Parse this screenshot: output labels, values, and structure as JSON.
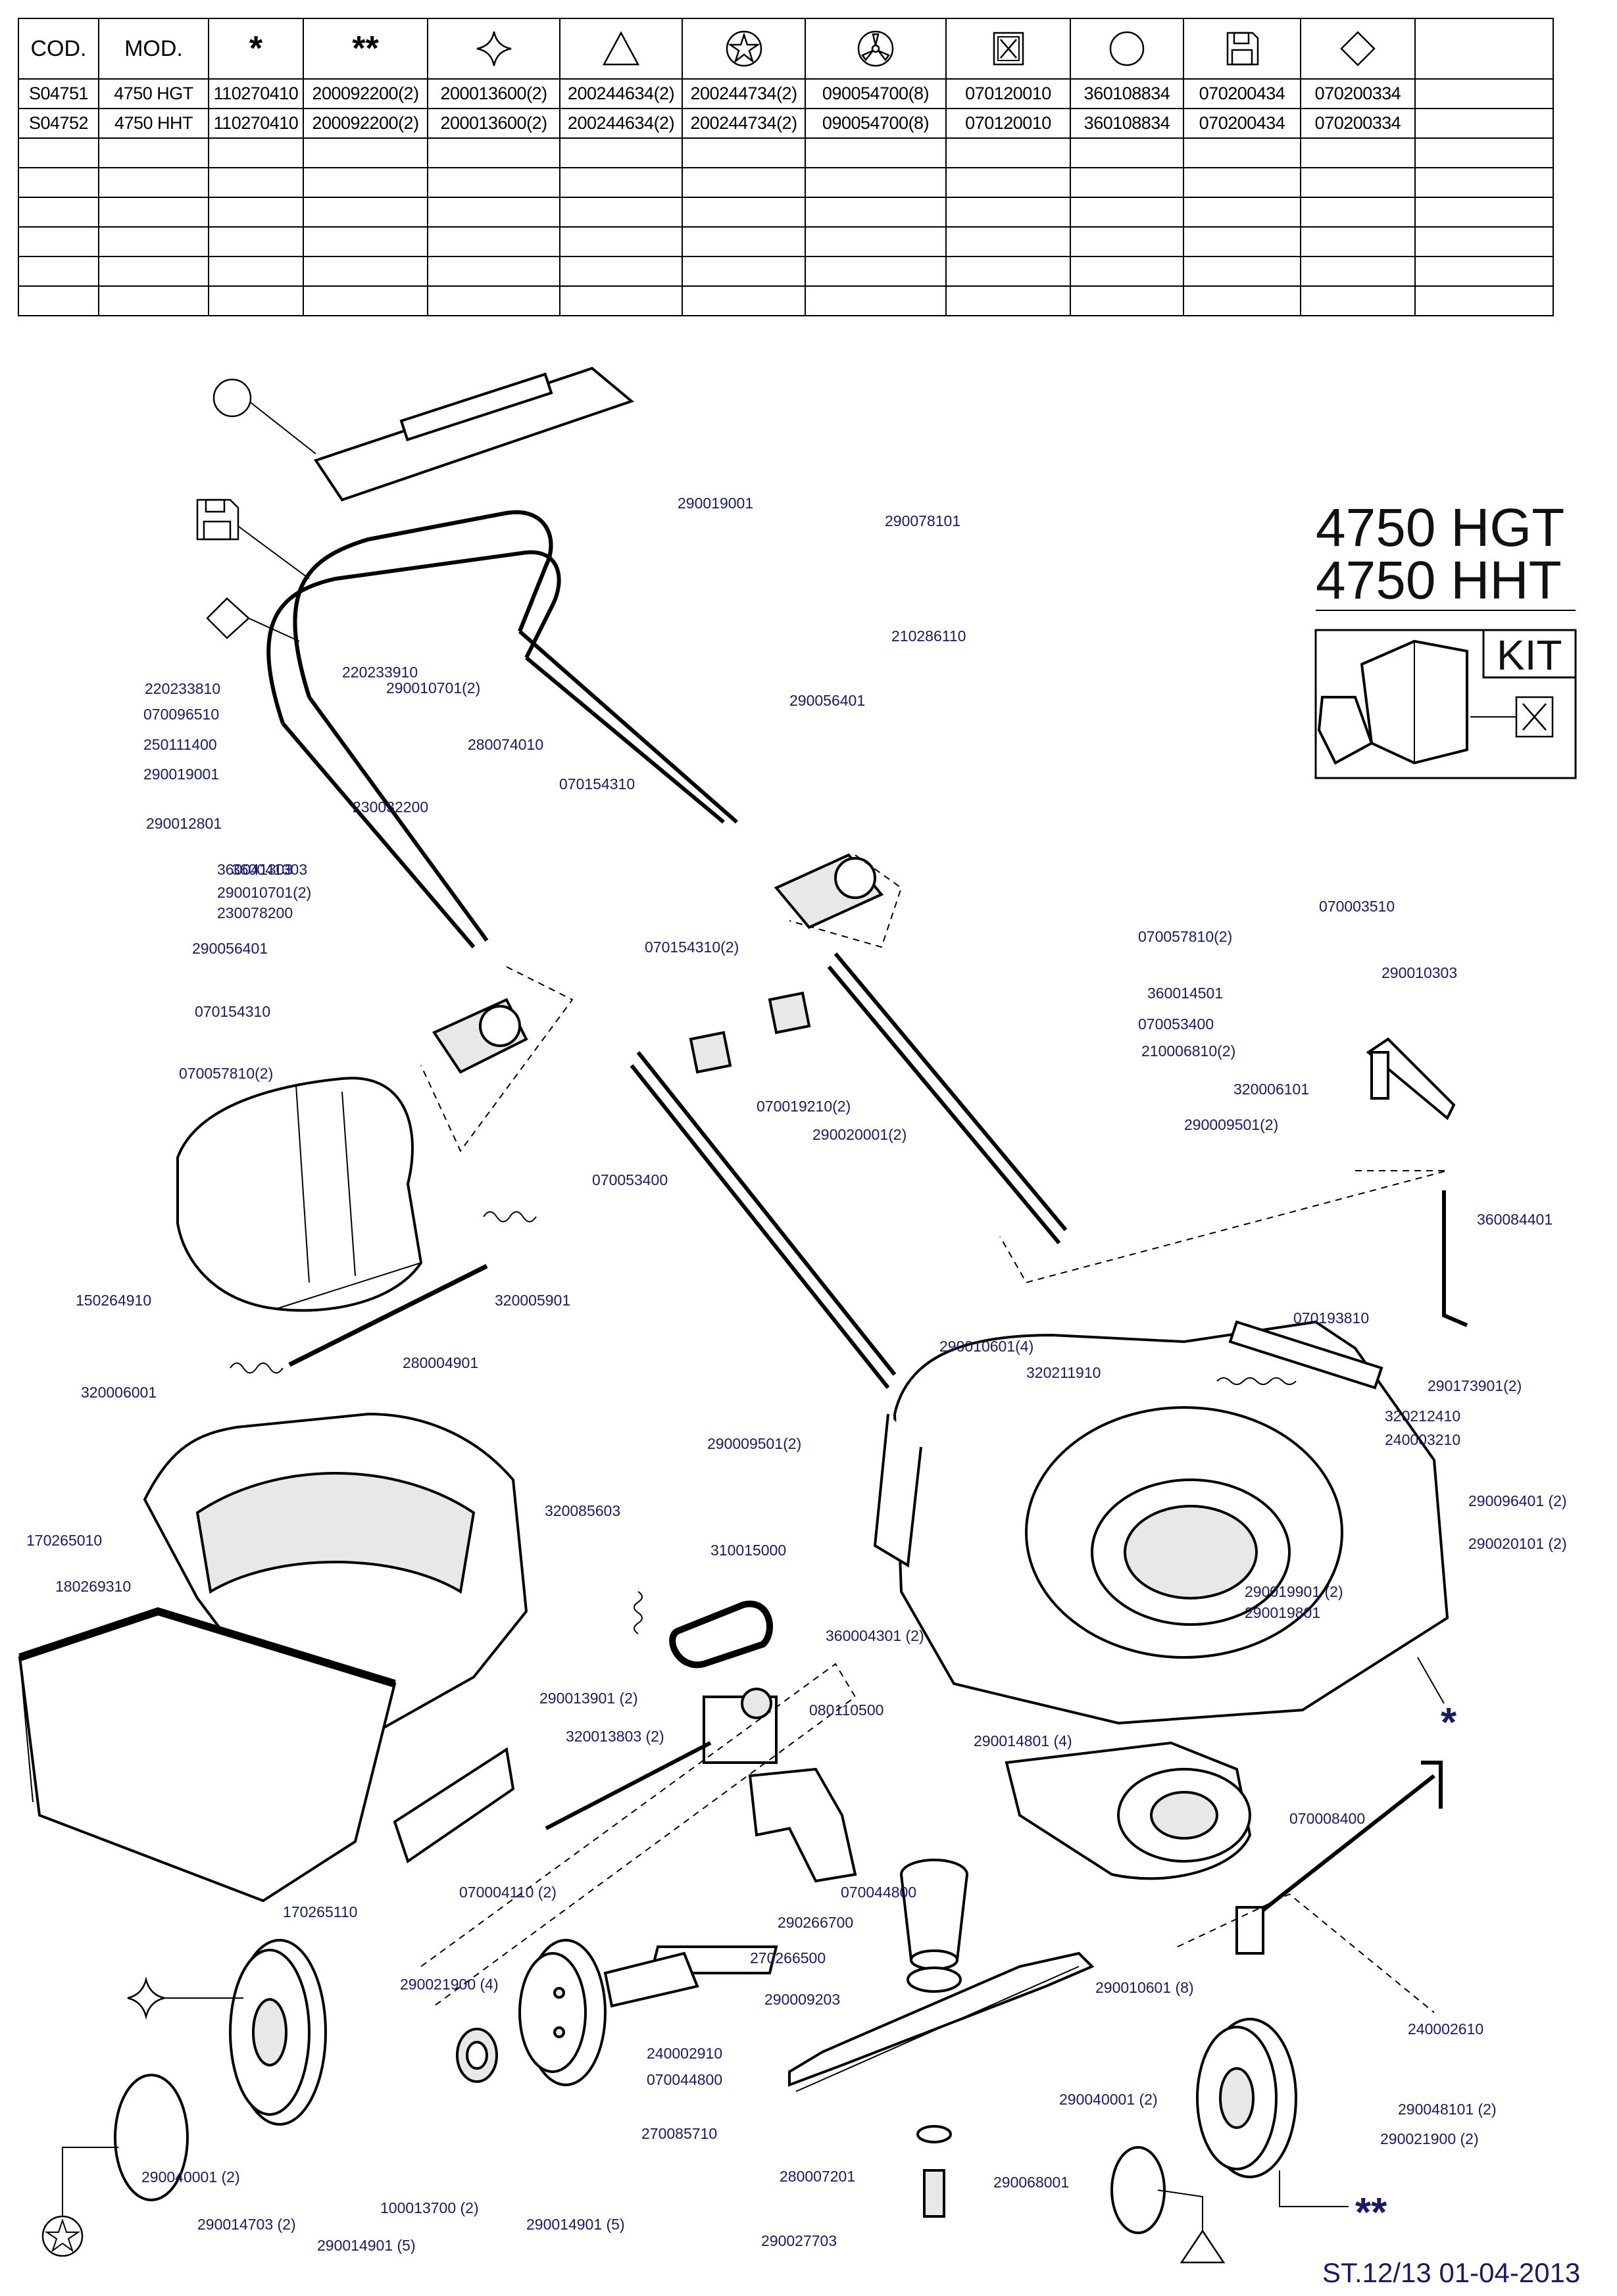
{
  "table": {
    "headers": [
      "COD.",
      "MOD.",
      "*",
      "**",
      "four-point-star-icon",
      "triangle-icon",
      "star-circle-icon",
      "three-blade-icon",
      "box-x-icon",
      "circle-icon",
      "floppy-icon",
      "diamond-icon",
      ""
    ],
    "header_text": {
      "cod": "COD.",
      "mod": "MOD.",
      "star1": "*",
      "star2": "**"
    },
    "rows": [
      [
        "S04751",
        "4750 HGT",
        "110270410",
        "200092200(2)",
        "200013600(2)",
        "200244634(2)",
        "200244734(2)",
        "090054700(8)",
        "070120010",
        "360108834",
        "070200434",
        "070200334",
        ""
      ],
      [
        "S04752",
        "4750 HHT",
        "110270410",
        "200092200(2)",
        "200013600(2)",
        "200244634(2)",
        "200244734(2)",
        "090054700(8)",
        "070120010",
        "360108834",
        "070200434",
        "070200334",
        ""
      ],
      [
        "",
        "",
        "",
        "",
        "",
        "",
        "",
        "",
        "",
        "",
        "",
        "",
        ""
      ],
      [
        "",
        "",
        "",
        "",
        "",
        "",
        "",
        "",
        "",
        "",
        "",
        "",
        ""
      ],
      [
        "",
        "",
        "",
        "",
        "",
        "",
        "",
        "",
        "",
        "",
        "",
        "",
        ""
      ],
      [
        "",
        "",
        "",
        "",
        "",
        "",
        "",
        "",
        "",
        "",
        "",
        "",
        ""
      ],
      [
        "",
        "",
        "",
        "",
        "",
        "",
        "",
        "",
        "",
        "",
        "",
        "",
        ""
      ],
      [
        "",
        "",
        "",
        "",
        "",
        "",
        "",
        "",
        "",
        "",
        "",
        "",
        ""
      ]
    ]
  },
  "title": {
    "line1": "4750 HGT",
    "line2": "4750 HHT"
  },
  "kit": {
    "label": "KIT"
  },
  "footer": "ST.12/13  01-04-2013",
  "markers": {
    "star_single": "*",
    "star_double": "**"
  },
  "part_labels": [
    "290019001",
    "290078101",
    "210286110",
    "220233910",
    "290010701(2)",
    "220233810",
    "070096510",
    "250111400",
    "290019001",
    "290012801",
    "360041303",
    "280074010",
    "230032200",
    "290056401",
    "070154310",
    "360041303",
    "290010701(2)",
    "230078200",
    "290056401",
    "070154310",
    "070057810(2)",
    "070057810(2)",
    "070154310(2)",
    "360014501",
    "070053400",
    "210006810(2)",
    "070019210(2)",
    "290020001(2)",
    "070053400",
    "290009501(2)",
    "150264910",
    "320005901",
    "280004901",
    "320006001",
    "290010601(4)",
    "320211910",
    "290009501(2)",
    "070003510",
    "290010303",
    "320006101",
    "360084401",
    "070193810",
    "290173901(2)",
    "320212410",
    "240003210",
    "290096401 (2)",
    "290020101 (2)",
    "290019901 (2)",
    "290019801",
    "170265010",
    "180269310",
    "320085603",
    "310015000",
    "360004301 (2)",
    "290013901 (2)",
    "080110500",
    "320013803 (2)",
    "290014801 (4)",
    "070008400",
    "070044800",
    "290266700",
    "170265110",
    "070004110 (2)",
    "270266500",
    "290009203",
    "290021900 (4)",
    "240002910",
    "070044800",
    "290010601 (8)",
    "240002610",
    "270085710",
    "290040001 (2)",
    "290048101 (2)",
    "290021900 (2)",
    "280007201",
    "290068001",
    "290040001 (2)",
    "290014703 (2)",
    "100013700 (2)",
    "290014901 (5)",
    "290014901 (5)",
    "290027703"
  ]
}
